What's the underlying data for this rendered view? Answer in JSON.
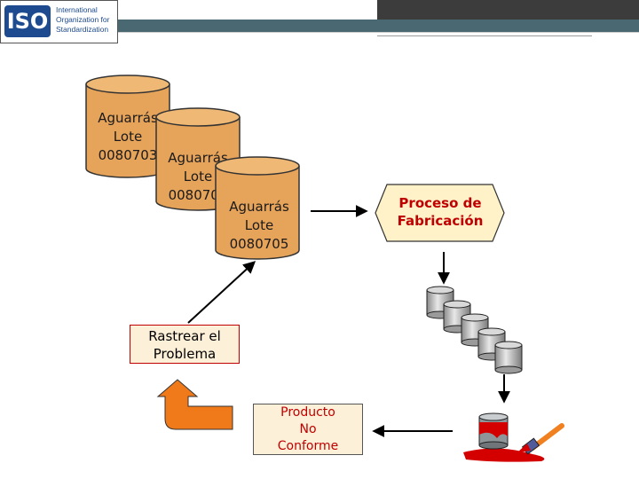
{
  "logo": {
    "mark": "ISO",
    "text": "International\nOrganization for\nStandardization"
  },
  "batches": [
    {
      "product": "Aguarrás",
      "lot_label": "Lote",
      "lot_number": "0080703"
    },
    {
      "product": "Aguarrás",
      "lot_label": "Lote",
      "lot_number": "0080704"
    },
    {
      "product": "Aguarrás",
      "lot_label": "Lote",
      "lot_number": "0080705"
    }
  ],
  "process": {
    "line1": "Proceso de",
    "line2": "Fabricación"
  },
  "trace": {
    "line1": "Rastrear el",
    "line2": "Problema"
  },
  "nonconforming": {
    "line1": "Producto",
    "line2": "No",
    "line3": "Conforme"
  },
  "colors": {
    "cylinder_fill": "#e6a35a",
    "cylinder_top": "#f0b875",
    "box_fill": "#fdf0d8",
    "box_border": "#c00000",
    "hexagon_fill": "#fff2c8",
    "arrow_orange": "#f07a1a",
    "header_bar": "#4a6872"
  }
}
